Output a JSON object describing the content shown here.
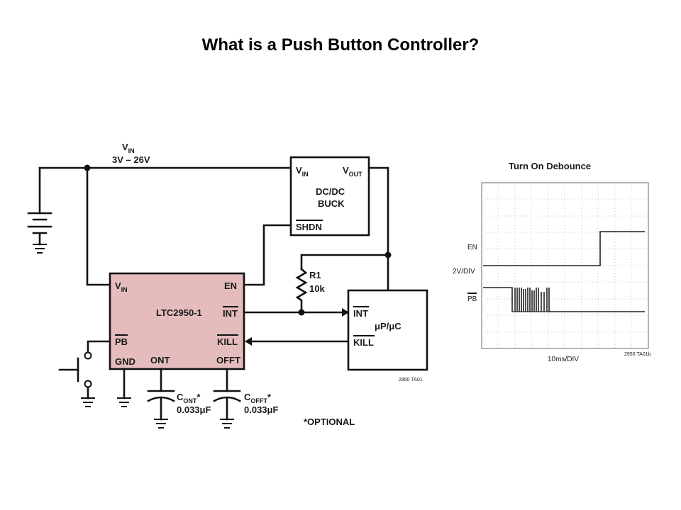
{
  "slide": {
    "title": "What is a Push Button Controller?"
  },
  "schematic": {
    "vin_label": "V",
    "vin_sub": "IN",
    "vin_range": "3V – 26V",
    "buck": {
      "vin": "V",
      "vin_sub": "IN",
      "vout": "V",
      "vout_sub": "OUT",
      "name_line1": "DC/DC",
      "name_line2": "BUCK",
      "shdn": "SHDN"
    },
    "chip": {
      "name": "LTC2950-1",
      "vin": "V",
      "vin_sub": "IN",
      "en": "EN",
      "int": "INT",
      "pb": "PB",
      "kill": "KILL",
      "gnd": "GND",
      "ont": "ONT",
      "offt": "OFFT"
    },
    "resistor": {
      "name": "R1",
      "value": "10k"
    },
    "micro": {
      "name": "μP/μC",
      "int": "INT",
      "kill": "KILL"
    },
    "cont": {
      "name": "C",
      "sub": "ONT",
      "star": "*",
      "value": "0.033μF"
    },
    "cofft": {
      "name": "C",
      "sub": "OFFT",
      "star": "*",
      "value": "0.033μF"
    },
    "optional_note": "*OPTIONAL",
    "figure_code": "2950 TA01"
  },
  "scope": {
    "title": "Turn On Debounce",
    "en_label": "EN",
    "scale_label": "2V/DIV",
    "pb_label": "PB",
    "time_label": "10ms/DIV",
    "figure_code": "2950 TA01b"
  }
}
